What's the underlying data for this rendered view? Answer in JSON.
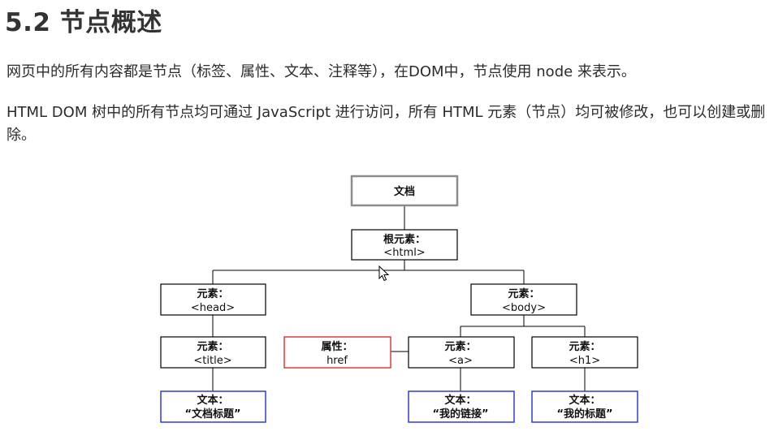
{
  "page": {
    "title": "5.2 节点概述",
    "paragraphs": [
      "网页中的所有内容都是节点（标签、属性、文本、注释等），在DOM中，节点使用 node 来表示。",
      "HTML DOM 树中的所有节点均可通过 JavaScript 进行访问，所有 HTML 元素（节点）均可被修改，也可以创建或删除。"
    ]
  },
  "diagram": {
    "document": {
      "label": "文档"
    },
    "root": {
      "line1": "根元素：",
      "line2": "<html>"
    },
    "head": {
      "line1": "元素：",
      "line2": "<head>"
    },
    "body": {
      "line1": "元素：",
      "line2": "<body>"
    },
    "title_el": {
      "line1": "元素：",
      "line2": "<title>"
    },
    "attr": {
      "line1": "属性：",
      "line2": "href"
    },
    "a_el": {
      "line1": "元素：",
      "line2": "<a>"
    },
    "h1_el": {
      "line1": "元素：",
      "line2": "<h1>"
    },
    "text1": {
      "line1": "文本：",
      "line2": "“文档标题”"
    },
    "text2": {
      "line1": "文本：",
      "line2": "“我的链接”"
    },
    "text3": {
      "line1": "文本：",
      "line2": "“我的标题”"
    },
    "colors": {
      "document_border": "#8c8c8c",
      "element_border": "#000000",
      "attribute_border": "#e23b3b",
      "text_border": "#2f3fd6"
    }
  },
  "icons": {
    "cursor": "mouse-pointer-icon"
  }
}
